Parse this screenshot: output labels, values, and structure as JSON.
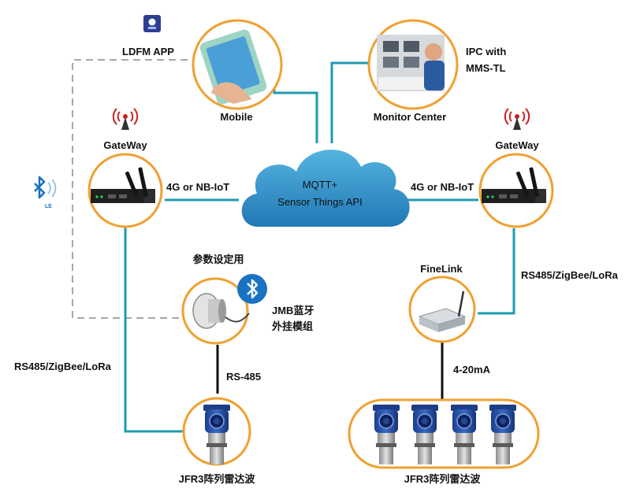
{
  "labels": {
    "ldfm_app": "LDFM APP",
    "mobile": "Mobile",
    "ipc_line1": "IPC with",
    "ipc_line2": "MMS-TL",
    "monitor_center": "Monitor Center",
    "gateway_left": "GateWay",
    "gateway_right": "GateWay",
    "link_left": "4G or NB-IoT",
    "link_right": "4G or NB-IoT",
    "cloud_line1": "MQTT+",
    "cloud_line2": "Sensor Things API",
    "param_setting": "参数设定用",
    "jmb_line1": "JMB蓝牙",
    "jmb_line2": "外挂模组",
    "finelink": "FineLink",
    "rs485_right": "RS485/ZigBee/LoRa",
    "rs485_left": "RS485/ZigBee/LoRa",
    "rs485": "RS-485",
    "ma": "4-20mA",
    "radar_left": "JFR3阵列雷达波",
    "radar_right": "JFR3阵列雷达波",
    "ble_badge": "LE"
  },
  "colors": {
    "teal": "#1e9bb0",
    "orange": "#f0a030",
    "cloud": "#2f93c6",
    "dashed": "#a8a8a8",
    "ble": "#1a72c2",
    "antenna": "#cc1f1f"
  },
  "icons": [
    "smartphone-icon",
    "monitor-center-icon",
    "gateway-router-icon",
    "wifi-antenna-icon",
    "bluetooth-icon",
    "bluetooth-le-icon",
    "finelink-module-icon",
    "radar-sensor-icon",
    "app-icon",
    "cloud-icon"
  ]
}
